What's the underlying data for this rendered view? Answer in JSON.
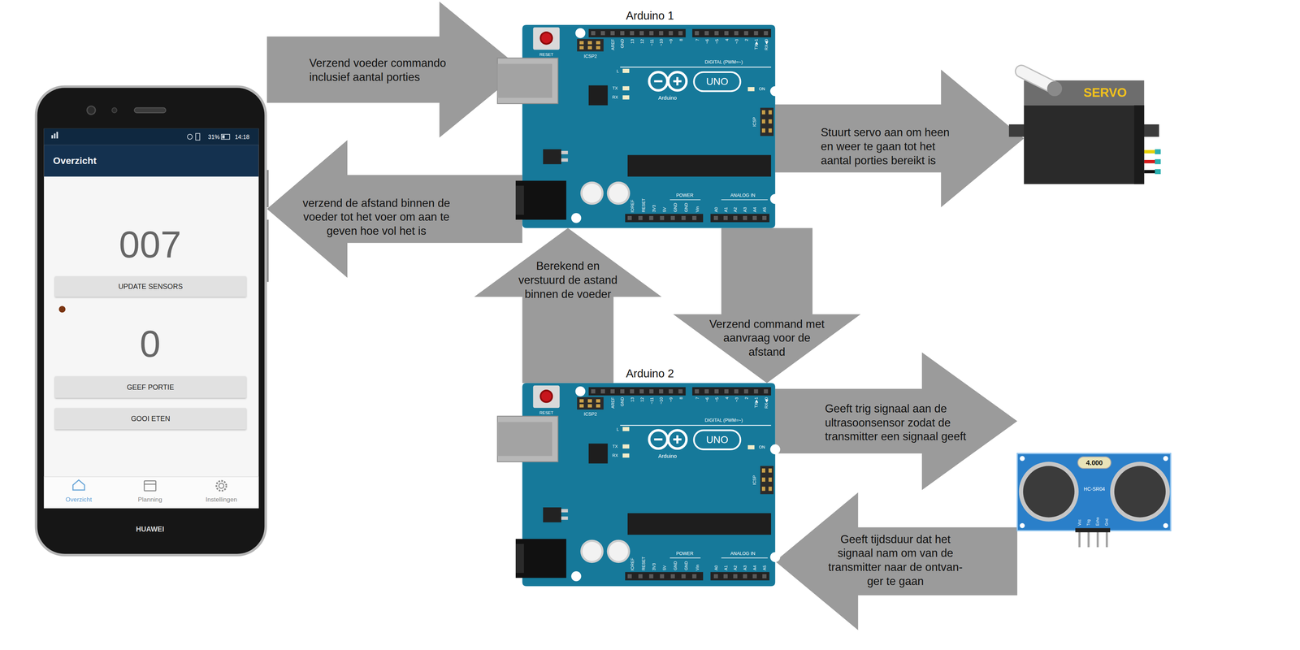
{
  "diagram": {
    "nodes": [
      {
        "text": [
          "31%",
          "14:18",
          "007",
          "0",
          "Overzicht",
          "Planning",
          "Instellingen",
          "HUAWEI"
        ]
      },
      {
        "text": [
          "Overzicht"
        ],
        "in": 0
      },
      {
        "text": [
          "UPDATE SENSORS"
        ],
        "in": 0
      },
      {
        "text": [
          "GEEF PORTIE"
        ],
        "in": 0
      },
      {
        "text": [
          "GOOI ETEN"
        ],
        "in": 0
      },
      {
        "text": [
          "Arduino 1",
          "RESET",
          "ICSP2",
          "AREF",
          "GND",
          "13",
          "12",
          "~11",
          "~10",
          "~9",
          "8",
          "7",
          "~6",
          "~5",
          "4",
          "~3",
          "2",
          "TX▶1",
          "RX◀0",
          "DIGITAL (PWM=~)",
          "L",
          "TX",
          "RX",
          "UNO",
          "Arduino",
          "ON",
          "ICSP",
          "IOREF",
          "RESET",
          "3V3",
          "5V",
          "GND",
          "GND",
          "Vin",
          "POWER",
          "ANALOG IN",
          "A0",
          "A1",
          "A2",
          "A3",
          "A4",
          "A5"
        ]
      },
      {
        "text": [
          "SERVO"
        ]
      },
      {
        "text": [
          "Arduino 2",
          "RESET",
          "ICSP2",
          "AREF",
          "GND",
          "13",
          "12",
          "~11",
          "~10",
          "~9",
          "8",
          "7",
          "~6",
          "~5",
          "4",
          "~3",
          "2",
          "TX▶1",
          "RX◀0",
          "DIGITAL (PWM=~)",
          "L",
          "TX",
          "RX",
          "UNO",
          "Arduino",
          "ON",
          "ICSP",
          "IOREF",
          "RESET",
          "3V3",
          "5V",
          "GND",
          "GND",
          "Vin",
          "POWER",
          "ANALOG IN",
          "A0",
          "A1",
          "A2",
          "A3",
          "A4",
          "A5"
        ]
      },
      {
        "text": [
          "4.000",
          "HC-SR04",
          "Vcc",
          "Trig",
          "Echo",
          "Gnd"
        ]
      }
    ],
    "edges": [
      {
        "from": 0,
        "to": 5,
        "arrow": "to",
        "label": "Verzend voeder commando inclusief aantal porties"
      },
      {
        "from": 5,
        "to": 0,
        "arrow": "to",
        "label": "verzend de afstand binnen de voeder tot het voer om aan te geven hoe vol het is"
      },
      {
        "from": 5,
        "to": 6,
        "arrow": "to",
        "label": "Stuurt servo aan om heen en weer te gaan tot het aantal porties bereikt is"
      },
      {
        "from": 7,
        "to": 5,
        "arrow": "to",
        "label": "Berekend en verstuurd de astand binnen de voeder"
      },
      {
        "from": 5,
        "to": 7,
        "arrow": "to",
        "label": "Verzend command met aanvraag voor de afstand"
      },
      {
        "from": 7,
        "to": 8,
        "arrow": "to",
        "label": "Geeft trig signaal aan de ultrasoonsensor zodat de transmitter een signaal geeft"
      },
      {
        "from": 8,
        "to": 7,
        "arrow": "to",
        "label": "Geeft tijdsduur dat het signaal nam om van de transmitter naar de ontvan- ger te gaan"
      }
    ]
  }
}
